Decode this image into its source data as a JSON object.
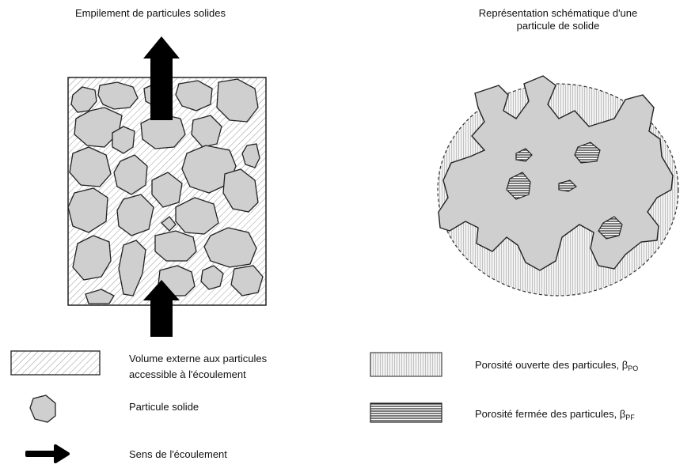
{
  "titles": {
    "left": "Empilement de particules solides",
    "right_line1": "Représentation schématique d'une",
    "right_line2": "particule de solide"
  },
  "legend": {
    "external_volume_line1": "Volume externe aux particules",
    "external_volume_line2": "accessible à l'écoulement",
    "solid_particle": "Particule solide",
    "flow_direction": "Sens de l'écoulement",
    "open_porosity_text": "Porosité ouverte des particules, β",
    "open_porosity_sub": "PO",
    "closed_porosity_text": "Porosité fermée des particules, β",
    "closed_porosity_sub": "PF"
  },
  "colors": {
    "particle_fill": "#cfcfcf",
    "outline": "#222222",
    "arrow": "#000000"
  }
}
